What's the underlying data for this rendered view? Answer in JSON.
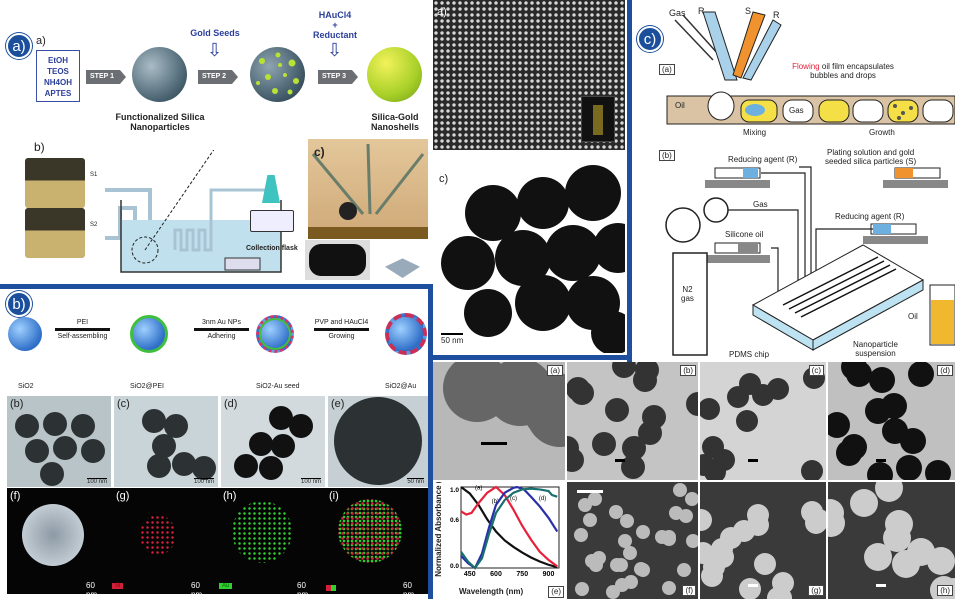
{
  "panel_a": {
    "badge": "a)",
    "sub_a": "a)",
    "reagents": [
      "EtOH",
      "TEOS",
      "NH4OH",
      "APTES"
    ],
    "steps": [
      "STEP 1",
      "STEP 2",
      "STEP 3"
    ],
    "gold_seeds": "Gold Seeds",
    "haucl4": "HAuCl4",
    "plus": "+",
    "reductant": "Reductant",
    "functionalized": "Functionalized Silica Nanoparticles",
    "silica_gold": "Silica-Gold Nanoshells",
    "sub_b": "b)",
    "s1": "S1",
    "s2": "S2",
    "collection_flask": "Collection flask",
    "sub_c": "c)"
  },
  "panel_middle": {
    "top_label": "a)",
    "bottom_label": "c)",
    "scale": "50 nm"
  },
  "panel_b": {
    "badge": "b)",
    "stages": [
      "SiO2",
      "SiO2@PEI",
      "SiO2-Au seed",
      "SiO2@Au"
    ],
    "arrows": [
      {
        "top": "PEI",
        "bottom": "Self-assembling"
      },
      {
        "top": "3nm Au NPs",
        "bottom": "Adhering"
      },
      {
        "top": "PVP and HAuCl4",
        "bottom": "Growing"
      }
    ],
    "tem": [
      {
        "label": "(b)",
        "scale": "100 nm"
      },
      {
        "label": "(c)",
        "scale": "100 nm"
      },
      {
        "label": "(d)",
        "scale": "100 nm"
      },
      {
        "label": "(e)",
        "scale": "50 nm"
      }
    ],
    "eds": [
      {
        "label": "(f)",
        "scale": "60 nm",
        "legend": ""
      },
      {
        "label": "(g)",
        "scale": "60 nm",
        "legend": "Si"
      },
      {
        "label": "(h)",
        "scale": "60 nm",
        "legend": "Au"
      },
      {
        "label": "(i)",
        "scale": "60 nm",
        "legend": ""
      }
    ]
  },
  "panel_c": {
    "badge": "c)",
    "sub_a": "(a)",
    "sub_b": "(b)",
    "gas": "Gas",
    "r": "R",
    "s": "S",
    "flowing": "Flowing",
    "film_text": "oil film encapsulates",
    "film_text2": "bubbles and drops",
    "oil": "Oil",
    "bubble_gas": "Gas",
    "mixing": "Mixing",
    "growth": "Growth",
    "reducing_agent_1": "Reducing agent (R)",
    "plating_1": "Plating solution and gold",
    "plating_2": "seeded silica particles (S)",
    "gas_line": "Gas",
    "reducing_agent_2": "Reducing agent (R)",
    "silicone_oil": "Silicone oil",
    "n2": "N2",
    "n2_gas": "gas",
    "pdms": "PDMS chip",
    "oil_vial": "Oil",
    "nanoparticle": "Nanoparticle",
    "suspension": "suspension"
  },
  "panel_d": {
    "labels": [
      "(a)",
      "(b)",
      "(c)",
      "(d)",
      "(e)",
      "(f)",
      "(g)",
      "(h)"
    ]
  },
  "chart_data": {
    "type": "line",
    "title": "",
    "xlabel": "Wavelength (nm)",
    "ylabel": "Normalized Absorbance (-)",
    "xlim": [
      400,
      960
    ],
    "ylim": [
      0,
      1.0
    ],
    "xticks": [
      450,
      600,
      750,
      900
    ],
    "yticks": [
      0.0,
      0.6,
      1.0
    ],
    "panel_label": "(e)",
    "series": [
      {
        "name": "(a)",
        "color": "#111111",
        "x": [
          400,
          450,
          500,
          550,
          600,
          650,
          700,
          750,
          800,
          850,
          900,
          950
        ],
        "y": [
          1.0,
          0.92,
          0.78,
          0.6,
          0.45,
          0.34,
          0.26,
          0.19,
          0.13,
          0.08,
          0.04,
          0.01
        ]
      },
      {
        "name": "(b)",
        "color": "#e8213a",
        "x": [
          400,
          430,
          460,
          500,
          550,
          600,
          650,
          700,
          750,
          800,
          850,
          900,
          950
        ],
        "y": [
          0.7,
          0.66,
          0.68,
          0.8,
          0.93,
          1.0,
          0.9,
          0.72,
          0.52,
          0.35,
          0.2,
          0.1,
          0.02
        ]
      },
      {
        "name": "(c)",
        "color": "#2a2fa8",
        "x": [
          400,
          440,
          480,
          520,
          560,
          600,
          650,
          700,
          720,
          760,
          800,
          850,
          900,
          950
        ],
        "y": [
          0.15,
          0.06,
          0.0,
          0.18,
          0.5,
          0.78,
          0.93,
          0.99,
          1.0,
          0.97,
          0.88,
          0.76,
          0.62,
          0.45
        ]
      },
      {
        "name": "(d)",
        "color": "#1a6f6f",
        "x": [
          400,
          440,
          480,
          520,
          560,
          600,
          650,
          700,
          750,
          800,
          850,
          900,
          920,
          950
        ],
        "y": [
          0.2,
          0.08,
          0.0,
          0.12,
          0.42,
          0.68,
          0.84,
          0.93,
          0.97,
          0.98,
          0.97,
          0.95,
          0.9,
          0.88
        ]
      }
    ]
  },
  "colors": {
    "badge": "#1b4f9c",
    "divider": "#1d4f9e"
  }
}
